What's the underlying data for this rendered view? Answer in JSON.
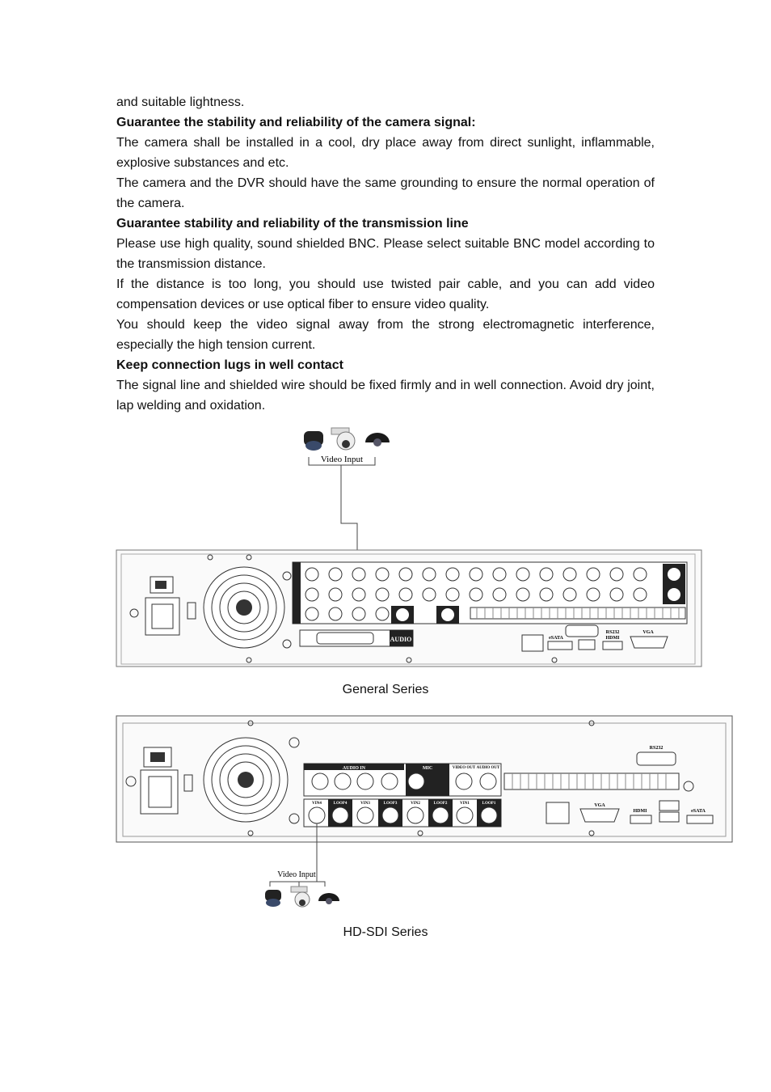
{
  "paragraphs": [
    {
      "text": "and suitable lightness.",
      "bold": false
    },
    {
      "text": "Guarantee the stability and reliability of the camera signal:",
      "bold": true
    },
    {
      "text": "The camera shall be installed in a cool, dry place away from direct sunlight, inflammable, explosive substances and etc.",
      "bold": false
    },
    {
      "text": "The camera and the DVR should have the same grounding to ensure the normal operation of the camera.",
      "bold": false
    },
    {
      "text": "Guarantee stability and reliability of the transmission line",
      "bold": true
    },
    {
      "text": "Please use high quality, sound shielded BNC. Please select suitable BNC model according to the transmission distance.",
      "bold": false
    },
    {
      "text": "If the distance is too long, you should use twisted pair cable, and you can add video compensation devices or use optical fiber to ensure video quality.",
      "bold": false
    },
    {
      "text": "You should keep the video signal away from the strong electromagnetic interference, especially the high tension current.",
      "bold": false
    },
    {
      "text": "Keep connection lugs in well contact",
      "bold": true
    },
    {
      "text": "The signal line and shielded wire should be fixed firmly and in well connection. Avoid dry joint, lap welding and oxidation.",
      "bold": false
    }
  ],
  "figure1": {
    "video_input_label": "Video Input",
    "caption": "General Series",
    "audio_label": "AUDIO",
    "rs232_label": "RS232",
    "vga_label": "VGA",
    "hdmi_label": "HDMI",
    "esata_label": "eSATA"
  },
  "figure2": {
    "video_input_label": "Video Input",
    "caption": "HD-SDI Series",
    "audio_in_label": "AUDIO IN",
    "mic_label": "MIC",
    "video_out_label": "VIDEO OUT",
    "audio_out_label": "AUDIO OUT",
    "rs232_label": "RS232",
    "vga_label": "VGA",
    "hdmi_label": "HDMI",
    "esata_label": "eSATA",
    "bottom_labels": [
      "VIN4",
      "LOOP4",
      "VIN3",
      "LOOP3",
      "VIN2",
      "LOOP2",
      "VIN1",
      "LOOP1"
    ]
  }
}
